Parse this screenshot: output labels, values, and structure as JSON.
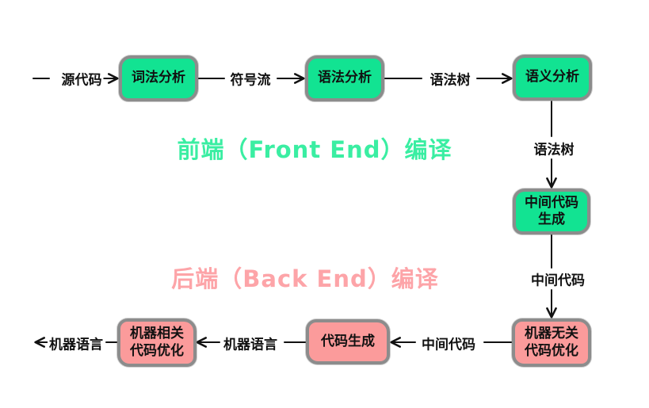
{
  "diagram": {
    "front_title": "前端（Front End）编译",
    "back_title": "后端（Back End）编译",
    "nodes": [
      {
        "id": "lexical-analysis",
        "label": "词法分析",
        "stage": "front"
      },
      {
        "id": "syntax-analysis",
        "label": "语法分析",
        "stage": "front"
      },
      {
        "id": "semantic-analysis",
        "label": "语义分析",
        "stage": "front"
      },
      {
        "id": "intermediate-code-generation",
        "label": "中间代码\n生成",
        "stage": "front"
      },
      {
        "id": "machine-independent-optimization",
        "label": "机器无关\n代码优化",
        "stage": "back"
      },
      {
        "id": "code-generation",
        "label": "代码生成",
        "stage": "back"
      },
      {
        "id": "machine-dependent-optimization",
        "label": "机器相关\n代码优化",
        "stage": "back"
      }
    ],
    "edge_labels": [
      "源代码",
      "符号流",
      "语法树",
      "语法树",
      "中间代码",
      "中间代码",
      "机器语言",
      "机器语言"
    ],
    "colors": {
      "front_box_fill": "#12e392",
      "back_box_fill": "#fb9b9b",
      "box_border": "#8c8c8c",
      "front_title_color": "#3aeea2",
      "back_title_color": "#fda4a8",
      "line_color": "#111111",
      "background": "#ffffff"
    }
  }
}
